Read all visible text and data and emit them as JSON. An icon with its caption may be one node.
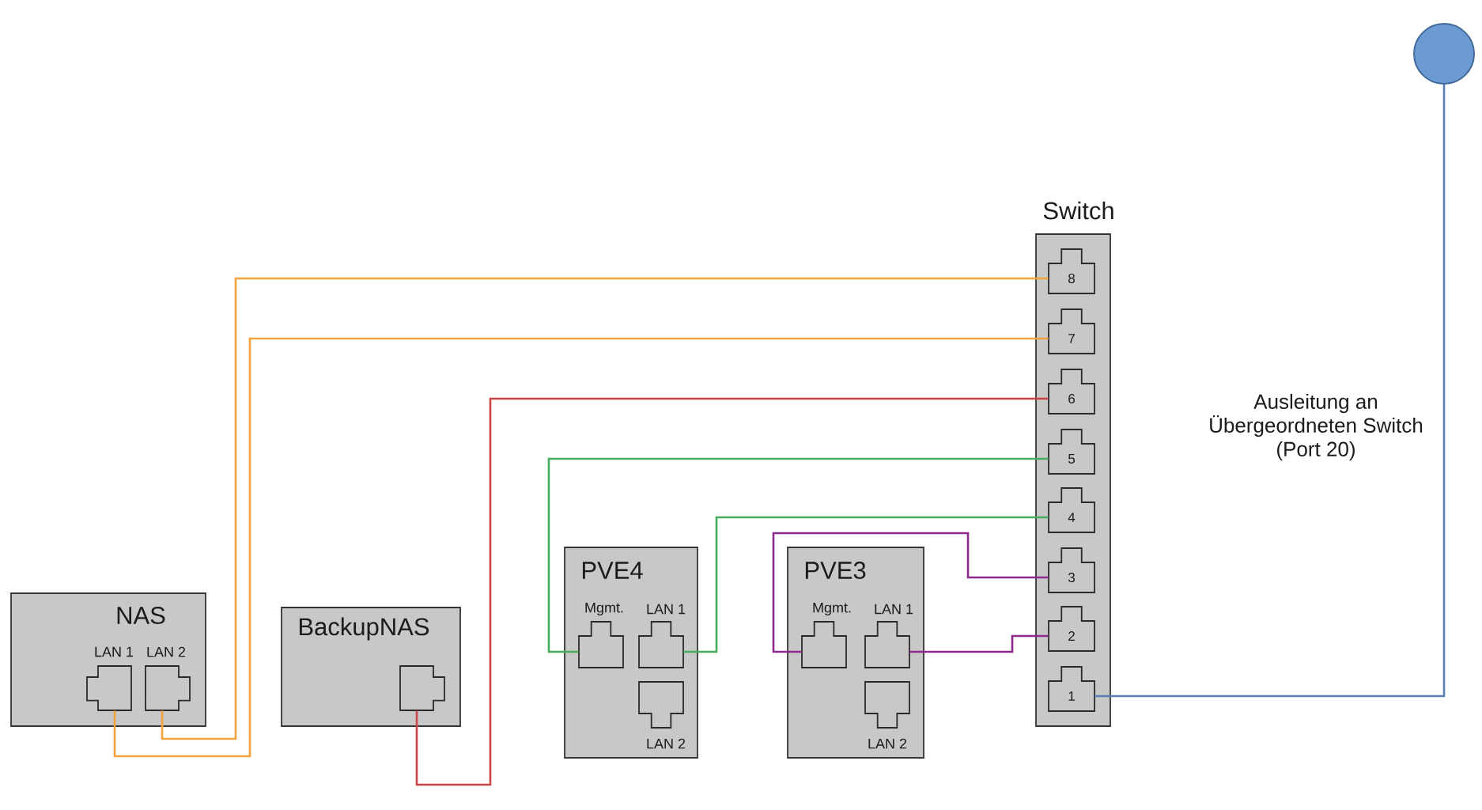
{
  "diagram": {
    "nodes": [
      {
        "text": [
          "NAS"
        ]
      },
      {
        "text": [
          "LAN 1"
        ],
        "in": 0
      },
      {
        "text": [
          "LAN 2"
        ],
        "in": 0
      },
      {
        "text": [
          "BackupNAS"
        ]
      },
      {
        "text": [],
        "shape": "socket",
        "in": 3
      },
      {
        "text": [
          "PVE4"
        ]
      },
      {
        "text": [
          "Mgmt."
        ],
        "in": 5
      },
      {
        "text": [
          "LAN 1"
        ],
        "in": 5
      },
      {
        "text": [
          "LAN 2"
        ],
        "in": 5
      },
      {
        "text": [
          "PVE3"
        ]
      },
      {
        "text": [
          "Mgmt."
        ],
        "in": 9
      },
      {
        "text": [
          "LAN 1"
        ],
        "in": 9
      },
      {
        "text": [
          "LAN 2"
        ],
        "in": 9
      },
      {
        "text": [
          "Switch"
        ]
      },
      {
        "text": [
          "8"
        ],
        "in": 13
      },
      {
        "text": [
          "7"
        ],
        "in": 13
      },
      {
        "text": [
          "6"
        ],
        "in": 13
      },
      {
        "text": [
          "5"
        ],
        "in": 13
      },
      {
        "text": [
          "4"
        ],
        "in": 13
      },
      {
        "text": [
          "3"
        ],
        "in": 13
      },
      {
        "text": [
          "2"
        ],
        "in": 13
      },
      {
        "text": [
          "1"
        ],
        "in": 13
      },
      {
        "text": [],
        "shape": "circle"
      }
    ],
    "edges": [
      {
        "from": 1,
        "to": 15,
        "arrow": "none",
        "color": "#f4a23c"
      },
      {
        "from": 2,
        "to": 14,
        "arrow": "none",
        "color": "#f4a23c"
      },
      {
        "from": 4,
        "to": 16,
        "arrow": "none",
        "color": "#cc4545"
      },
      {
        "from": 6,
        "to": 17,
        "arrow": "none",
        "color": "#47ad5e"
      },
      {
        "from": 7,
        "to": 18,
        "arrow": "none",
        "color": "#47ad5e"
      },
      {
        "from": 10,
        "to": 19,
        "arrow": "none",
        "color": "#8e2a8e"
      },
      {
        "from": 11,
        "to": 20,
        "arrow": "none",
        "color": "#8e2a8e"
      },
      {
        "from": 21,
        "to": 22,
        "arrow": "none",
        "color": "#5a80b3"
      }
    ],
    "labels": [
      "Ausleitung an Übergeordneten Switch (Port 20)"
    ]
  }
}
